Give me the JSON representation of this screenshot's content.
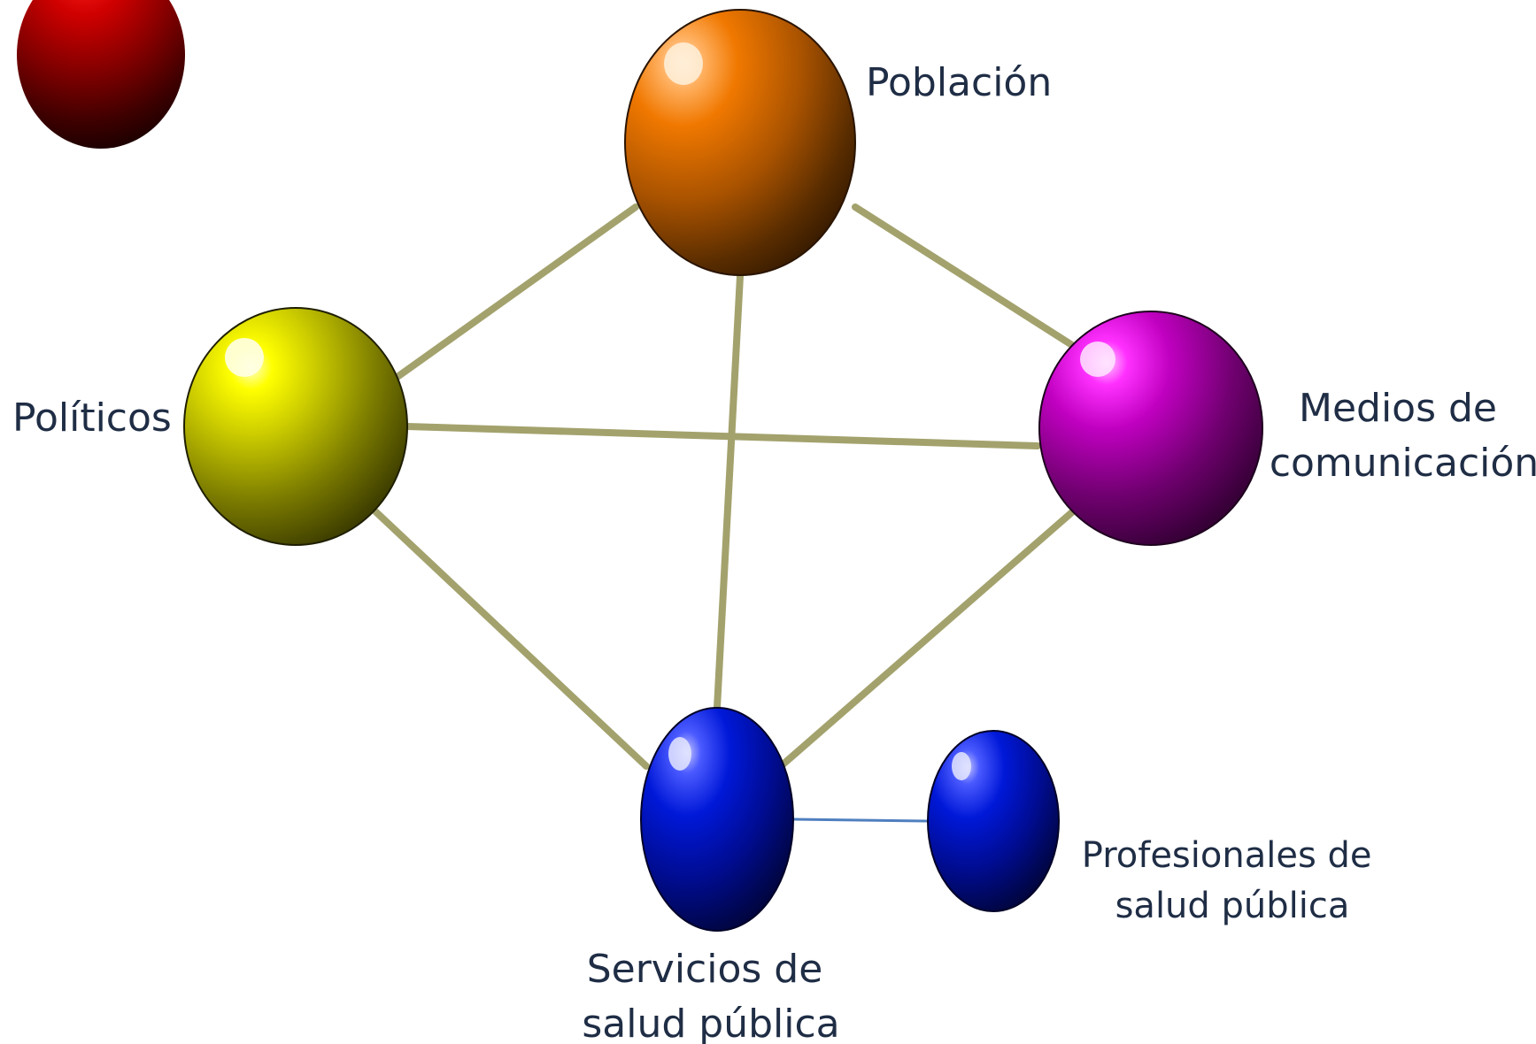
{
  "diagram": {
    "nodes": [
      {
        "id": "poblacion",
        "label_lines": [
          "Población"
        ],
        "color": "#7a3d00",
        "highlight": "#ff8a00"
      },
      {
        "id": "politicos",
        "label_lines": [
          "Políticos"
        ],
        "color": "#6b6b00",
        "highlight": "#ffff00"
      },
      {
        "id": "medios",
        "label_lines": [
          "Medios de",
          "comunicación"
        ],
        "color": "#6a006a",
        "highlight": "#ff00ff"
      },
      {
        "id": "servicios",
        "label_lines": [
          "Servicios de",
          "salud pública"
        ],
        "color": "#000a80",
        "highlight": "#1a2cff"
      },
      {
        "id": "profesionales",
        "label_lines": [
          "Profesionales de",
          "salud pública"
        ],
        "color": "#000a80",
        "highlight": "#1a2cff"
      },
      {
        "id": "red-sphere",
        "label_lines": [],
        "color": "#6a0000",
        "highlight": "#ff0000"
      }
    ],
    "edges": [
      {
        "from": "poblacion",
        "to": "politicos",
        "color": "#a3a26d"
      },
      {
        "from": "poblacion",
        "to": "medios",
        "color": "#a3a26d"
      },
      {
        "from": "poblacion",
        "to": "servicios",
        "color": "#a3a26d"
      },
      {
        "from": "politicos",
        "to": "medios",
        "color": "#a3a26d"
      },
      {
        "from": "politicos",
        "to": "servicios",
        "color": "#a3a26d"
      },
      {
        "from": "medios",
        "to": "servicios",
        "color": "#a3a26d"
      },
      {
        "from": "servicios",
        "to": "profesionales",
        "color": "#4f7fbf"
      }
    ]
  }
}
